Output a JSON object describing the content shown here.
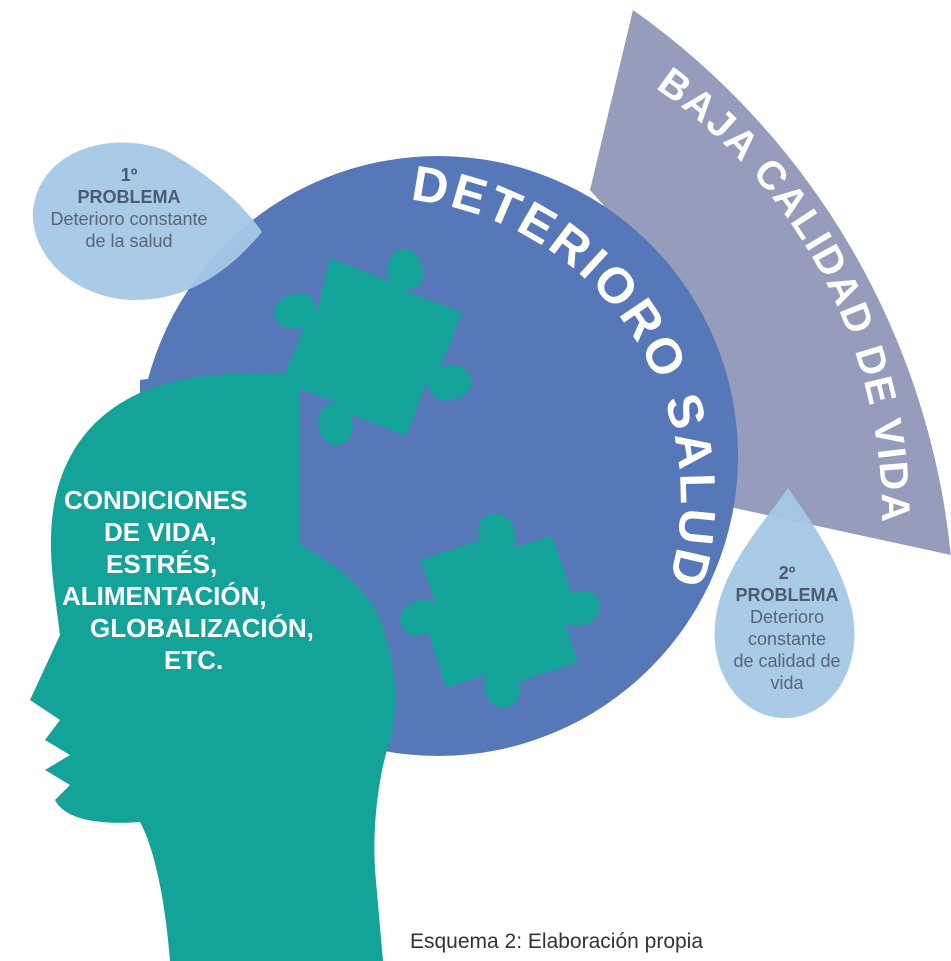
{
  "colors": {
    "circle": "#5677b8",
    "head": "#14a398",
    "puzzle": "#14a398",
    "band": "#959cbc",
    "drop": "#a4c8e6"
  },
  "diagram": {
    "arc_main": "DETERIORO SALUD",
    "arc_band": "BAJA CALIDAD DE VIDA",
    "conditions": [
      "CONDICIONES",
      "DE VIDA,",
      "ESTRÉS,",
      "ALIMENTACIÓN,",
      "GLOBALIZACIÓN,",
      "ETC."
    ],
    "problem1": {
      "number": "1º",
      "title": "PROBLEMA",
      "lines": [
        "Deterioro constante",
        "de la salud"
      ]
    },
    "problem2": {
      "number": "2º",
      "title": "PROBLEMA",
      "lines": [
        "Deterioro",
        "constante",
        "de calidad de",
        "vida"
      ]
    },
    "caption": "Esquema 2: Elaboración propia"
  }
}
